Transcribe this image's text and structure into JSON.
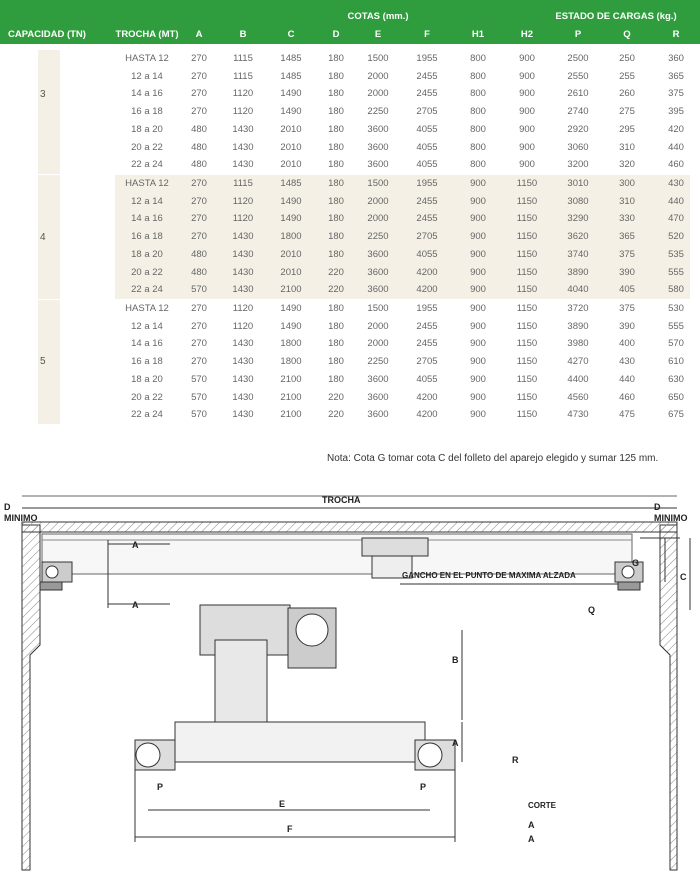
{
  "header": {
    "cotas": "COTAS (mm.)",
    "estado": "ESTADO DE CARGAS (kg.)",
    "capacidad": "CAPACIDAD (TN)",
    "trocha": "TROCHA (MT)",
    "columns": [
      "A",
      "B",
      "C",
      "D",
      "E",
      "F",
      "H1",
      "H2",
      "P",
      "Q",
      "R"
    ]
  },
  "groups": [
    {
      "capacity": "3",
      "rows": [
        [
          "HASTA 12",
          "270",
          "1115",
          "1485",
          "180",
          "1500",
          "1955",
          "800",
          "900",
          "2500",
          "250",
          "360"
        ],
        [
          "12 a 14",
          "270",
          "1115",
          "1485",
          "180",
          "2000",
          "2455",
          "800",
          "900",
          "2550",
          "255",
          "365"
        ],
        [
          "14 a 16",
          "270",
          "1120",
          "1490",
          "180",
          "2000",
          "2455",
          "800",
          "900",
          "2610",
          "260",
          "375"
        ],
        [
          "16 a 18",
          "270",
          "1120",
          "1490",
          "180",
          "2250",
          "2705",
          "800",
          "900",
          "2740",
          "275",
          "395"
        ],
        [
          "18 a 20",
          "480",
          "1430",
          "2010",
          "180",
          "3600",
          "4055",
          "800",
          "900",
          "2920",
          "295",
          "420"
        ],
        [
          "20 a 22",
          "480",
          "1430",
          "2010",
          "180",
          "3600",
          "4055",
          "800",
          "900",
          "3060",
          "310",
          "440"
        ],
        [
          "22 a 24",
          "480",
          "1430",
          "2010",
          "180",
          "3600",
          "4055",
          "800",
          "900",
          "3200",
          "320",
          "460"
        ]
      ]
    },
    {
      "capacity": "4",
      "rows": [
        [
          "HASTA 12",
          "270",
          "1115",
          "1485",
          "180",
          "1500",
          "1955",
          "900",
          "1150",
          "3010",
          "300",
          "430"
        ],
        [
          "12 a 14",
          "270",
          "1120",
          "1490",
          "180",
          "2000",
          "2455",
          "900",
          "1150",
          "3080",
          "310",
          "440"
        ],
        [
          "14 a 16",
          "270",
          "1120",
          "1490",
          "180",
          "2000",
          "2455",
          "900",
          "1150",
          "3290",
          "330",
          "470"
        ],
        [
          "16 a 18",
          "270",
          "1430",
          "1800",
          "180",
          "2250",
          "2705",
          "900",
          "1150",
          "3620",
          "365",
          "520"
        ],
        [
          "18 a 20",
          "480",
          "1430",
          "2010",
          "180",
          "3600",
          "4055",
          "900",
          "1150",
          "3740",
          "375",
          "535"
        ],
        [
          "20 a 22",
          "480",
          "1430",
          "2010",
          "220",
          "3600",
          "4200",
          "900",
          "1150",
          "3890",
          "390",
          "555"
        ],
        [
          "22 a 24",
          "570",
          "1430",
          "2100",
          "220",
          "3600",
          "4200",
          "900",
          "1150",
          "4040",
          "405",
          "580"
        ]
      ]
    },
    {
      "capacity": "5",
      "rows": [
        [
          "HASTA 12",
          "270",
          "1120",
          "1490",
          "180",
          "1500",
          "1955",
          "900",
          "1150",
          "3720",
          "375",
          "530"
        ],
        [
          "12 a 14",
          "270",
          "1120",
          "1490",
          "180",
          "2000",
          "2455",
          "900",
          "1150",
          "3890",
          "390",
          "555"
        ],
        [
          "14 a 16",
          "270",
          "1430",
          "1800",
          "180",
          "2000",
          "2455",
          "900",
          "1150",
          "3980",
          "400",
          "570"
        ],
        [
          "16 a 18",
          "270",
          "1430",
          "1800",
          "180",
          "2250",
          "2705",
          "900",
          "1150",
          "4270",
          "430",
          "610"
        ],
        [
          "18 a 20",
          "570",
          "1430",
          "2100",
          "180",
          "3600",
          "4055",
          "900",
          "1150",
          "4400",
          "440",
          "630"
        ],
        [
          "20 a 22",
          "570",
          "1430",
          "2100",
          "220",
          "3600",
          "4200",
          "900",
          "1150",
          "4560",
          "460",
          "650"
        ],
        [
          "22 a 24",
          "570",
          "1430",
          "2100",
          "220",
          "3600",
          "4200",
          "900",
          "1150",
          "4730",
          "475",
          "675"
        ]
      ]
    }
  ],
  "note": "Nota: Cota G tomar cota C del folleto del aparejo elegido y sumar 125 mm.",
  "diagram": {
    "trocha": "TROCHA",
    "d_left": "D",
    "minimo_left": "MINIMO",
    "d_right": "D",
    "minimo_right": "MINIMO",
    "a_top": "A",
    "a_bottom": "A",
    "g": "G",
    "c": "C",
    "gancho": "GANCHO EN EL PUNTO DE MAXIMA ALZADA",
    "q": "Q",
    "b": "B",
    "a_right": "A",
    "r": "R",
    "p_left": "P",
    "p_right": "P",
    "e": "E",
    "corte": "CORTE",
    "f": "F",
    "aa1": "A",
    "aa2": "A"
  },
  "colors": {
    "header_green": "#2f9d3e",
    "row_shade": "#f4f0e6"
  }
}
